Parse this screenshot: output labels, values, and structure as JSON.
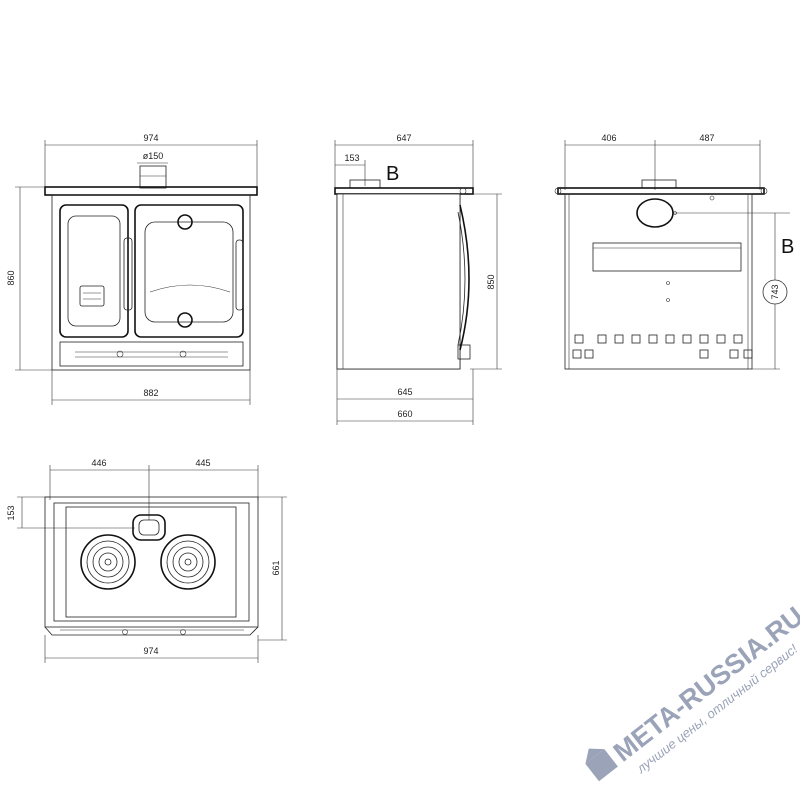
{
  "front_view": {
    "width_top": "974",
    "flue_diameter": "ø150",
    "height_total": "860",
    "width_bottom": "882"
  },
  "side_view": {
    "depth_top": "647",
    "flue_offset": "153",
    "flue_label": "B",
    "height": "850",
    "depth_body": "645",
    "depth_total": "660"
  },
  "rear_view": {
    "left_offset": "406",
    "right_offset": "487",
    "flue_label": "B",
    "flue_height": "743"
  },
  "top_view": {
    "left_half": "446",
    "right_half": "445",
    "flue_offset": "153",
    "depth": "661",
    "width": "974"
  },
  "watermark": {
    "brand": "META-RUSSIA.RU",
    "slogan": "лучшие цены, отличный сервис!",
    "color": "#9aa3b8"
  }
}
